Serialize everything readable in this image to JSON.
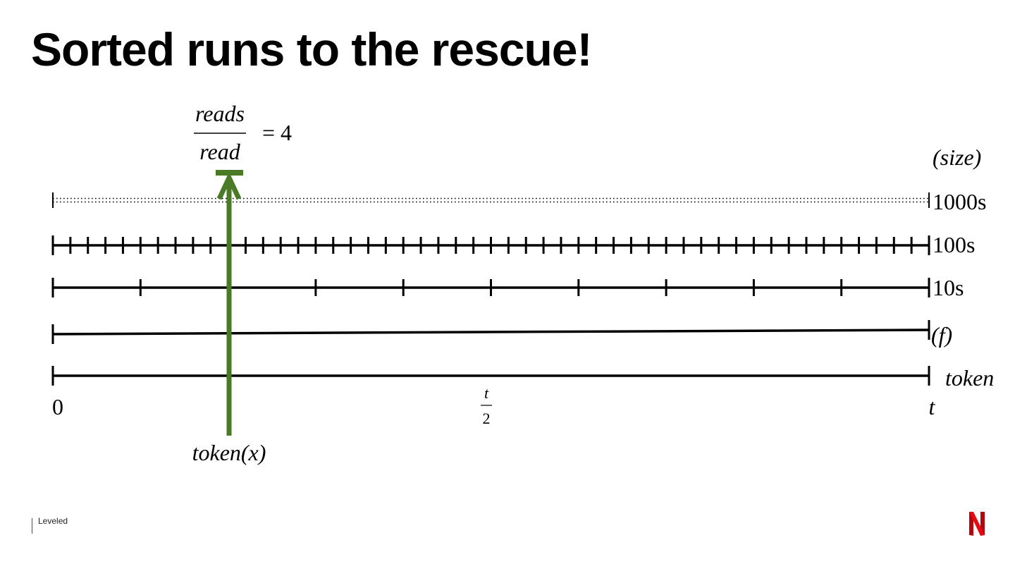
{
  "slide": {
    "title": "Sorted runs to the rescue!",
    "footer": "Leveled"
  },
  "formula": {
    "numerator": "reads",
    "denominator": "read",
    "equals": "= 4"
  },
  "size_header": "(size)",
  "levels": [
    {
      "label": "1000s",
      "style": "dotted",
      "segments": 1000
    },
    {
      "label": "100s",
      "style": "ticked",
      "segments": 50
    },
    {
      "label": "10s",
      "style": "ticked",
      "segments": 10
    },
    {
      "label": "(f)",
      "style": "solid",
      "segments": 1
    },
    {
      "label": "token",
      "style": "solid",
      "segments": 1
    }
  ],
  "axis": {
    "start": "0",
    "mid_numerator": "t",
    "mid_denominator": "2",
    "end": "t"
  },
  "marker": {
    "label": "token(x)",
    "position_fraction": 0.2,
    "color": "#4a7a26"
  },
  "logo": {
    "letter": "N",
    "color": "#e50914"
  }
}
